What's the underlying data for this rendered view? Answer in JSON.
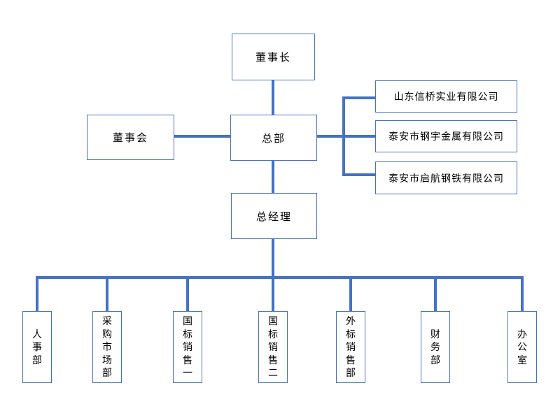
{
  "palette": {
    "connector": "#4472C4",
    "node_border": "#4472C4",
    "node_fill": "#FFFFFF",
    "text": "#000000",
    "background": "#FFFFFF"
  },
  "org": {
    "chairman": {
      "label": "董事长"
    },
    "board": {
      "label": "董事会"
    },
    "headquarters": {
      "label": "总部"
    },
    "general_manager": {
      "label": "总经理"
    },
    "subsidiaries": [
      {
        "label": "山东信桥实业有限公司"
      },
      {
        "label": "泰安市钢宇金属有限公司"
      },
      {
        "label": "泰安市启航钢铁有限公司"
      }
    ],
    "departments": [
      {
        "label": "人事部"
      },
      {
        "label": "采购市场部"
      },
      {
        "label": "国标销售一"
      },
      {
        "label": "国标销售二"
      },
      {
        "label": "外标销售部"
      },
      {
        "label": "财务部"
      },
      {
        "label": "办公室"
      }
    ],
    "edges": [
      {
        "from": "chairman",
        "to": "headquarters"
      },
      {
        "from": "board",
        "to": "headquarters"
      },
      {
        "from": "headquarters",
        "to": "subsidiaries.0"
      },
      {
        "from": "headquarters",
        "to": "subsidiaries.1"
      },
      {
        "from": "headquarters",
        "to": "subsidiaries.2"
      },
      {
        "from": "headquarters",
        "to": "general_manager"
      },
      {
        "from": "general_manager",
        "to": "departments.0"
      },
      {
        "from": "general_manager",
        "to": "departments.1"
      },
      {
        "from": "general_manager",
        "to": "departments.2"
      },
      {
        "from": "general_manager",
        "to": "departments.3"
      },
      {
        "from": "general_manager",
        "to": "departments.4"
      },
      {
        "from": "general_manager",
        "to": "departments.5"
      },
      {
        "from": "general_manager",
        "to": "departments.6"
      }
    ]
  }
}
